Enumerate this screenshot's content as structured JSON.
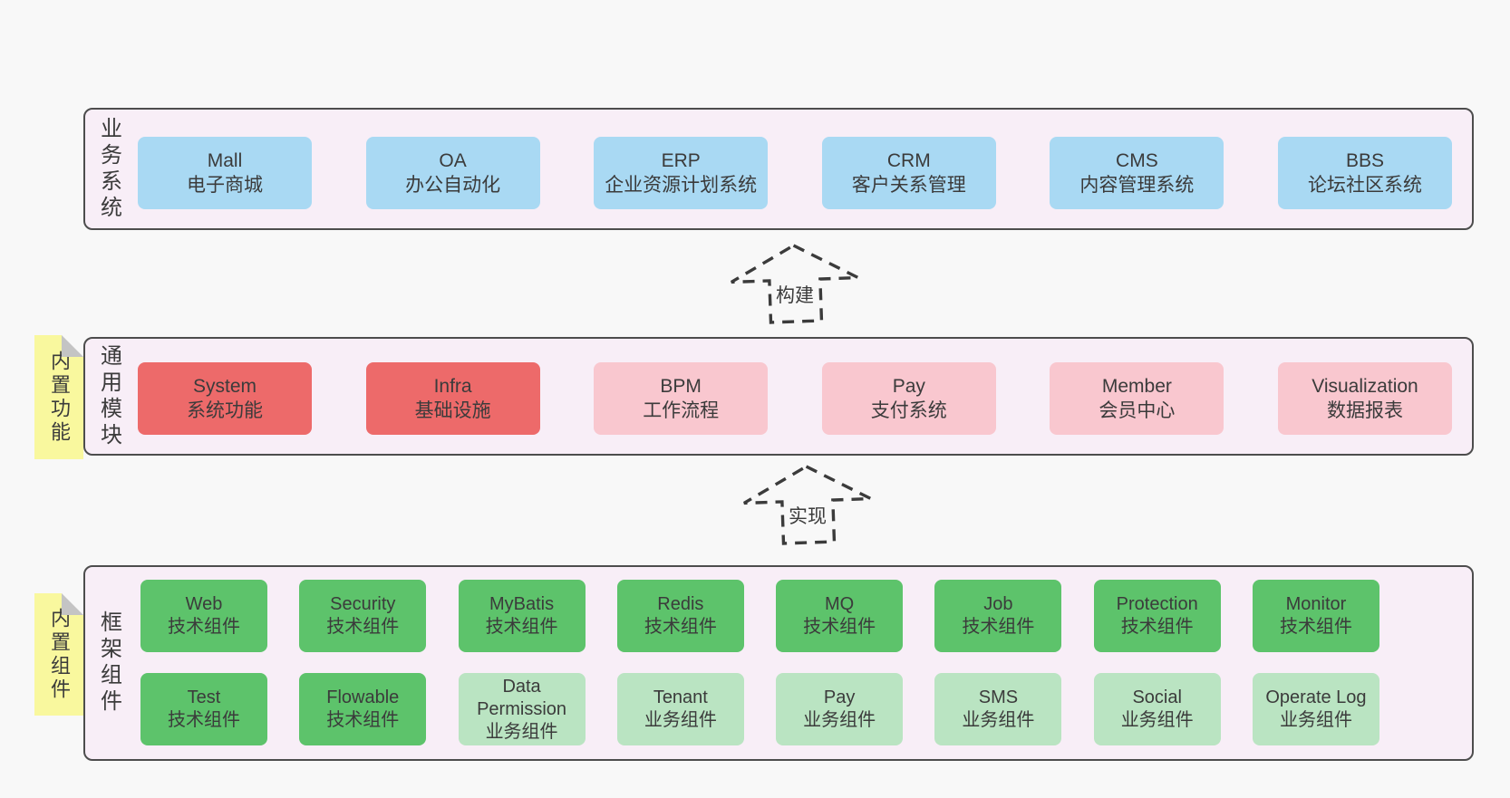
{
  "diagram": {
    "title": "",
    "colors": {
      "blue": "#a9d9f3",
      "red": "#ed6a6a",
      "pink": "#f9c7cf",
      "green": "#5dc36b",
      "green_light": "#bae4c2",
      "layer_bg": "#f8eef7",
      "layer_border": "#4d4d4d",
      "note": "#f9f89e",
      "note_fold": "#c4c4c4",
      "text": "#3b3b3b",
      "page_bg": "#f8f8f8"
    },
    "arrows": [
      {
        "label": "构建"
      },
      {
        "label": "实现"
      }
    ],
    "layers": [
      {
        "label": "业务系统",
        "note": "",
        "boxes": [
          {
            "title": "Mall",
            "subtitle": "电子商城",
            "variant": "blue"
          },
          {
            "title": "OA",
            "subtitle": "办公自动化",
            "variant": "blue"
          },
          {
            "title": "ERP",
            "subtitle": "企业资源计划系统",
            "variant": "blue"
          },
          {
            "title": "CRM",
            "subtitle": "客户关系管理",
            "variant": "blue"
          },
          {
            "title": "CMS",
            "subtitle": "内容管理系统",
            "variant": "blue"
          },
          {
            "title": "BBS",
            "subtitle": "论坛社区系统",
            "variant": "blue"
          }
        ]
      },
      {
        "label": "通用模块",
        "note": "内置功能",
        "boxes": [
          {
            "title": "System",
            "subtitle": "系统功能",
            "variant": "red"
          },
          {
            "title": "Infra",
            "subtitle": "基础设施",
            "variant": "red"
          },
          {
            "title": "BPM",
            "subtitle": "工作流程",
            "variant": "pink"
          },
          {
            "title": "Pay",
            "subtitle": "支付系统",
            "variant": "pink"
          },
          {
            "title": "Member",
            "subtitle": "会员中心",
            "variant": "pink"
          },
          {
            "title": "Visualization",
            "subtitle": "数据报表",
            "variant": "pink"
          }
        ]
      },
      {
        "label": "框架组件",
        "note": "内置组件",
        "rows": [
          [
            {
              "title": "Web",
              "subtitle": "技术组件",
              "variant": "green"
            },
            {
              "title": "Security",
              "subtitle": "技术组件",
              "variant": "green"
            },
            {
              "title": "MyBatis",
              "subtitle": "技术组件",
              "variant": "green"
            },
            {
              "title": "Redis",
              "subtitle": "技术组件",
              "variant": "green"
            },
            {
              "title": "MQ",
              "subtitle": "技术组件",
              "variant": "green"
            },
            {
              "title": "Job",
              "subtitle": "技术组件",
              "variant": "green"
            },
            {
              "title": "Protection",
              "subtitle": "技术组件",
              "variant": "green"
            },
            {
              "title": "Monitor",
              "subtitle": "技术组件",
              "variant": "green"
            }
          ],
          [
            {
              "title": "Test",
              "subtitle": "技术组件",
              "variant": "green"
            },
            {
              "title": "Flowable",
              "subtitle": "技术组件",
              "variant": "green"
            },
            {
              "title": "Data Permission",
              "subtitle": "业务组件",
              "variant": "green-light"
            },
            {
              "title": "Tenant",
              "subtitle": "业务组件",
              "variant": "green-light"
            },
            {
              "title": "Pay",
              "subtitle": "业务组件",
              "variant": "green-light"
            },
            {
              "title": "SMS",
              "subtitle": "业务组件",
              "variant": "green-light"
            },
            {
              "title": "Social",
              "subtitle": "业务组件",
              "variant": "green-light"
            },
            {
              "title": "Operate Log",
              "subtitle": "业务组件",
              "variant": "green-light"
            }
          ]
        ]
      }
    ]
  }
}
